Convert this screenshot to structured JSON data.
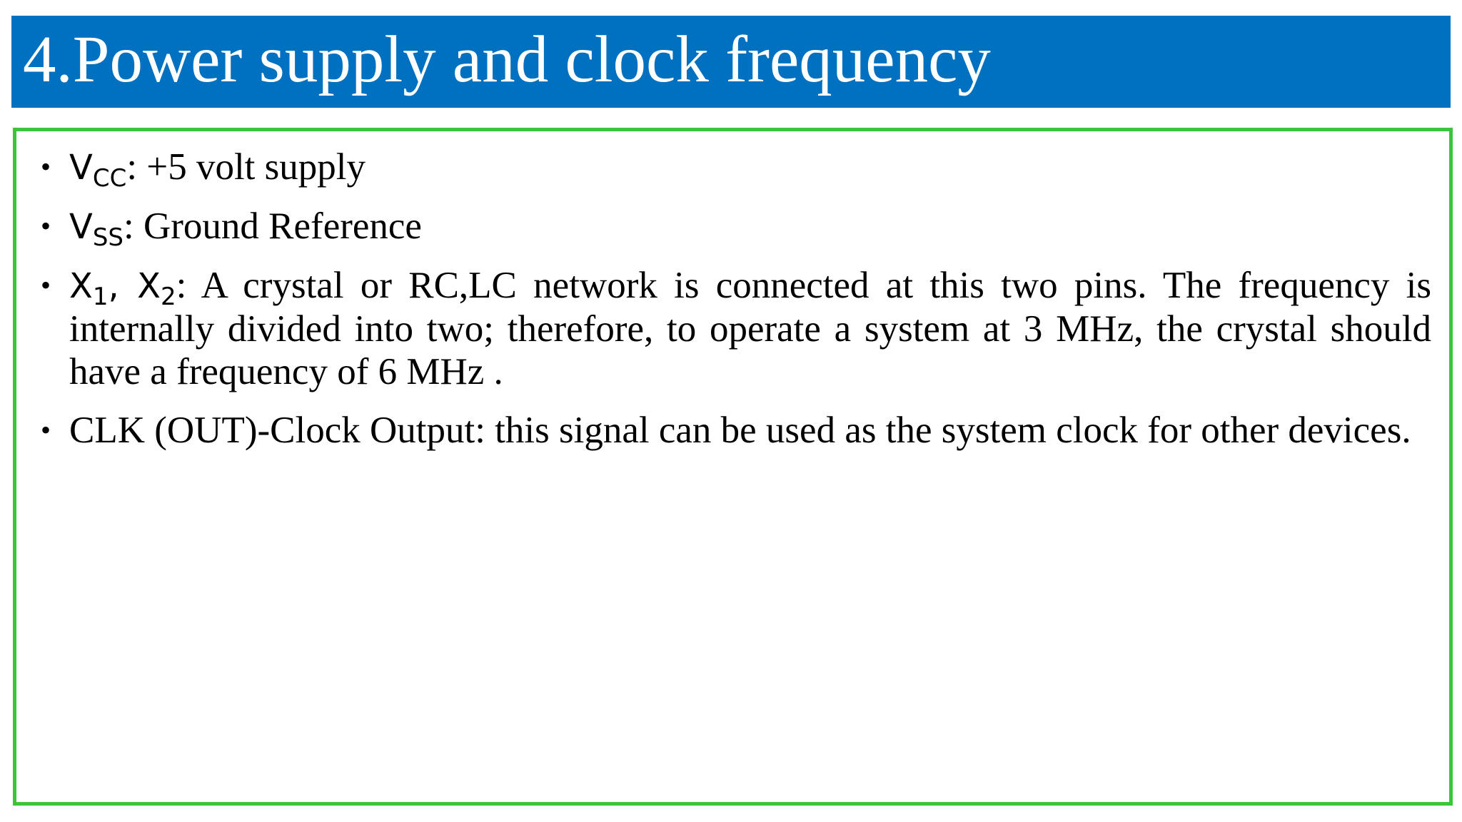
{
  "slide": {
    "title": "4.Power supply and clock frequency",
    "bullet_char": "•",
    "items": [
      {
        "symbol": "V",
        "subscript": "CC",
        "text": ": +5 volt supply"
      },
      {
        "symbol": "V",
        "subscript": "SS",
        "text": ": Ground Reference"
      },
      {
        "symbol1": "X",
        "subscript1": "1",
        "separator": ", ",
        "symbol2": "X",
        "subscript2": "2",
        "text": ": A crystal or RC,LC network is connected at this two pins. The frequency is internally divided into two; therefore, to operate a system at 3 MHz, the crystal should have a frequency of 6 MHz ."
      },
      {
        "text": "CLK (OUT)-Clock Output: this signal can be used as the system clock for other devices."
      }
    ]
  },
  "colors": {
    "title_bar": "#0070c0",
    "title_text": "#ffffff",
    "content_border": "#3cc43c"
  }
}
